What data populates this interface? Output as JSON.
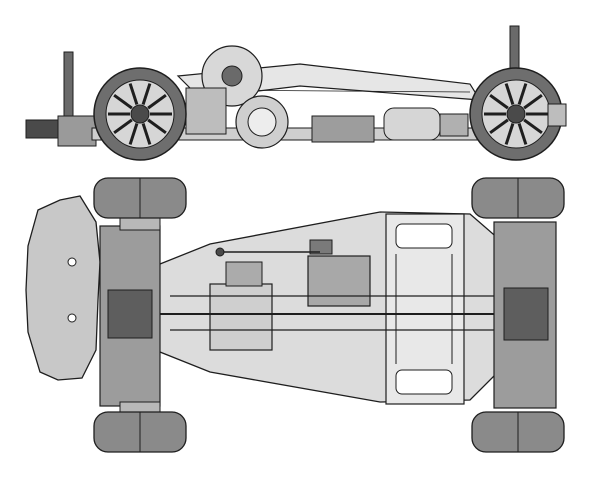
{
  "figure": {
    "views": [
      {
        "id": "side-view",
        "kind": "side elevation"
      },
      {
        "id": "top-view",
        "kind": "top plan"
      }
    ],
    "colors": {
      "background": "#ffffff",
      "ink": "#1e1e1e",
      "chassis_fill": "#dcdcdc",
      "light_fill": "#efefef",
      "mid_fill": "#bdbdbd",
      "dark_fill": "#4a4a4a",
      "tire_fill": "#8a8a8a",
      "wing_fill": "#c8c8c8"
    },
    "wheel_spokes": 10,
    "top_view_wheels": 4
  }
}
